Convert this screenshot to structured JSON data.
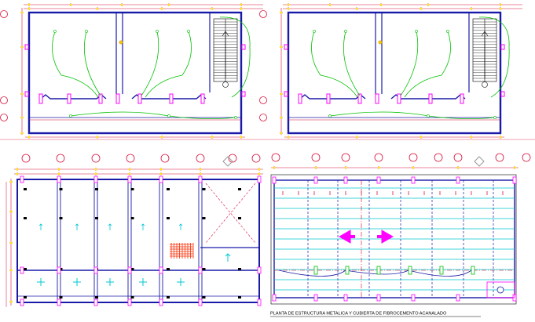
{
  "drawing": {
    "background": "#ffffff",
    "colors": {
      "wall": "#1a1aa8",
      "dimension": "#d8103a",
      "axis_line": "#e0001b",
      "grid_bubble": "#d8103a",
      "column_marker": "#ff00ff",
      "electrical": "#00c000",
      "point": "#ffee00",
      "cyan_line": "#00c8d0",
      "gray_mark": "#9a9a9a",
      "black": "#000000",
      "hatch": "#ff2a00",
      "arrow": "#ff00ff"
    },
    "sheets": [
      {
        "id": "ground-floor-electrical-plan",
        "content": "lighting circuits, columns, stair"
      },
      {
        "id": "upper-floor-electrical-plan",
        "content": "lighting circuits, columns, stair"
      },
      {
        "id": "roof-slab-framing-plan",
        "content": "beams, columns, stair opening"
      },
      {
        "id": "metal-structure-roof-plan",
        "content": "purlins, rafters, fibre cement sheets"
      }
    ],
    "captions": {
      "roof_plan_title": "PLANTA DE ESTRUCTURA METALICA Y CUBIERTA DE FIBROCEMENTO ACANALADO"
    },
    "icons": [
      "north-arrow-icon",
      "slope-arrow-icon",
      "stair-icon",
      "grid-bubble-icon"
    ]
  }
}
